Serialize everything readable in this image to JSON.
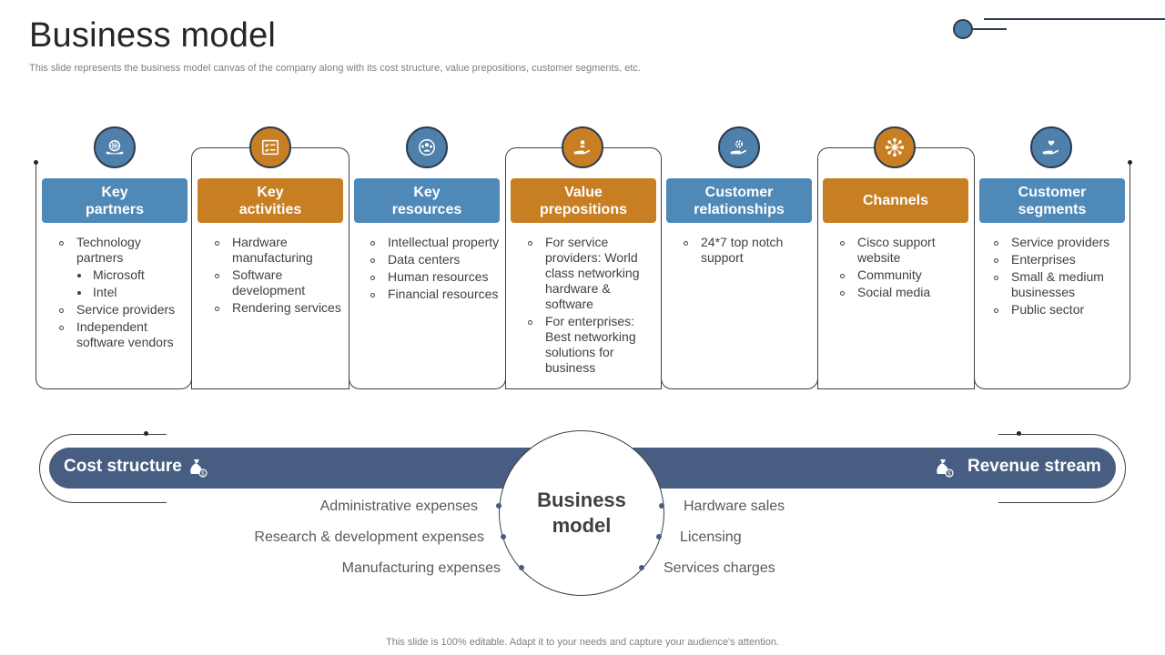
{
  "title": "Business model",
  "subtitle": "This slide represents the business model canvas of the company along with its cost structure, value prepositions, customer segments, etc.",
  "footer": "This slide is 100% editable. Adapt it to your needs and capture your audience's attention.",
  "columns": [
    {
      "id": "key-partners",
      "color": "blue",
      "icon": "globe-hands-icon",
      "title_lines": [
        "Key",
        "partners"
      ],
      "items": [
        {
          "text": "Technology partners",
          "level": 1
        },
        {
          "text": "Microsoft",
          "level": 2
        },
        {
          "text": "Intel",
          "level": 2
        },
        {
          "text": "Service providers",
          "level": 1
        },
        {
          "text": "Independent software vendors",
          "level": 1
        }
      ]
    },
    {
      "id": "key-activities",
      "color": "orange",
      "icon": "checklist-icon",
      "title_lines": [
        "Key",
        "activities"
      ],
      "items": [
        {
          "text": "Hardware manufacturing",
          "level": 1
        },
        {
          "text": "Software development",
          "level": 1
        },
        {
          "text": "Rendering services",
          "level": 1
        }
      ]
    },
    {
      "id": "key-resources",
      "color": "blue",
      "icon": "globe-people-icon",
      "title_lines": [
        "Key",
        "resources"
      ],
      "items": [
        {
          "text": "Intellectual property",
          "level": 1
        },
        {
          "text": "Data centers",
          "level": 1
        },
        {
          "text": "Human resources",
          "level": 1
        },
        {
          "text": "Financial resources",
          "level": 1
        }
      ]
    },
    {
      "id": "value-prepositions",
      "color": "orange",
      "icon": "hand-person-icon",
      "title_lines": [
        "Value",
        "prepositions"
      ],
      "items": [
        {
          "text": "For service providers: World class networking hardware & software",
          "level": 1
        },
        {
          "text": "For enterprises: Best networking solutions for business",
          "level": 1
        }
      ]
    },
    {
      "id": "customer-relationships",
      "color": "blue",
      "icon": "hand-gear-icon",
      "title_lines": [
        "Customer",
        "relationships"
      ],
      "items": [
        {
          "text": "24*7 top notch support",
          "level": 1
        }
      ]
    },
    {
      "id": "channels",
      "color": "orange",
      "icon": "network-icon",
      "title_lines": [
        "Channels"
      ],
      "items": [
        {
          "text": "Cisco support website",
          "level": 1
        },
        {
          "text": "Community",
          "level": 1
        },
        {
          "text": "Social media",
          "level": 1
        }
      ]
    },
    {
      "id": "customer-segments",
      "color": "blue",
      "icon": "hand-heart-icon",
      "title_lines": [
        "Customer",
        "segments"
      ],
      "items": [
        {
          "text": "Service providers",
          "level": 1
        },
        {
          "text": "Enterprises",
          "level": 1
        },
        {
          "text": "Small & medium businesses",
          "level": 1
        },
        {
          "text": "Public sector",
          "level": 1
        }
      ]
    }
  ],
  "bottom": {
    "cost_label": "Cost structure",
    "revenue_label": "Revenue stream",
    "center_lines": [
      "Business",
      "model"
    ],
    "costs": [
      "Administrative expenses",
      "Research & development expenses",
      "Manufacturing  expenses"
    ],
    "revenues": [
      "Hardware sales",
      "Licensing",
      "Services charges"
    ]
  },
  "colors": {
    "blue": "#4f89b8",
    "orange": "#c87f23",
    "navy": "#475d82",
    "icon_blue": "#4f7fab"
  }
}
